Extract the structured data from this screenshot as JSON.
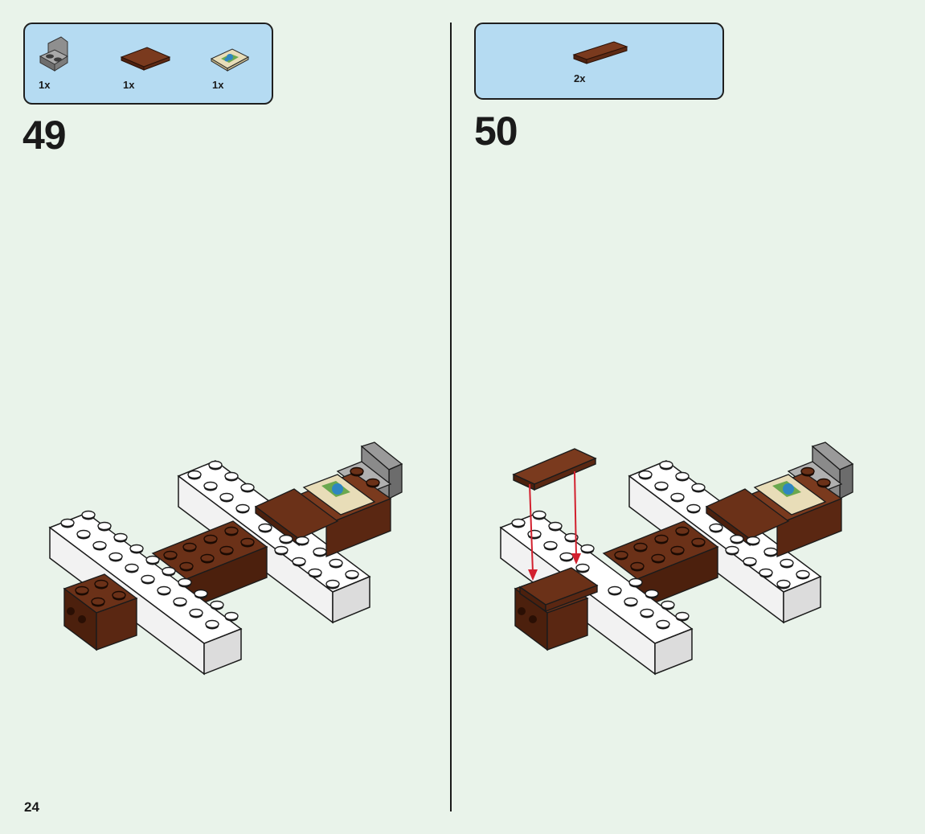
{
  "page": {
    "number": "24"
  },
  "steps": [
    {
      "number": "49",
      "parts": [
        {
          "icon": "grey-bracket-plate-icon",
          "qty": "1x"
        },
        {
          "icon": "brown-plate-icon",
          "qty": "1x"
        },
        {
          "icon": "map-tile-icon",
          "qty": "1x"
        }
      ]
    },
    {
      "number": "50",
      "parts": [
        {
          "icon": "brown-flat-plate-icon",
          "qty": "2x"
        }
      ]
    }
  ],
  "colors": {
    "background": "#e9f3ea",
    "parts_panel": "#b5dbf2",
    "brick_brown": "#6b3118",
    "brick_white": "#ffffff",
    "brick_grey": "#8a8a8a",
    "arrow_red": "#d2202e"
  }
}
